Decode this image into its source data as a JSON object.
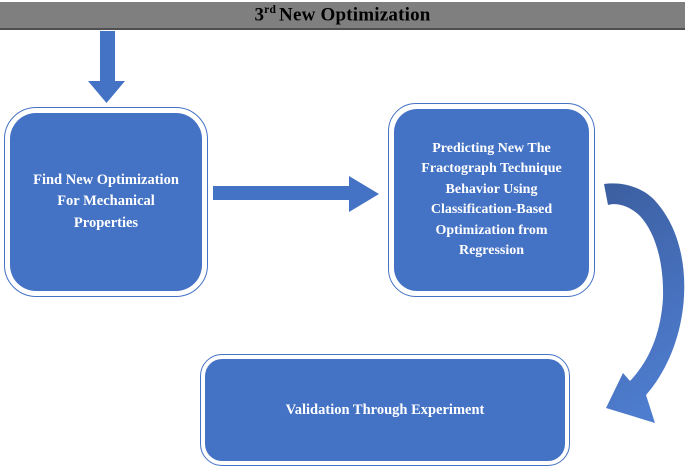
{
  "title": {
    "number": "3",
    "ordinal": "rd",
    "text": "New Optimization"
  },
  "flow": {
    "box1": {
      "lines": [
        "Find New Optimization",
        "For Mechanical",
        "Properties"
      ]
    },
    "box2": {
      "lines": [
        "Predicting New The",
        "Fractograph Technique",
        "Behavior Using",
        "Classification-Based",
        "Optimization from",
        "Regression"
      ]
    },
    "box3": {
      "lines": [
        "Validation Through Experiment"
      ]
    }
  },
  "icons": {
    "down_arrow": "down-arrow",
    "right_arrow": "right-arrow",
    "curved_down_arrow": "curved-down-arrow"
  },
  "colors": {
    "box_fill": "#4472c4",
    "box_border": "#4472c4",
    "box_text": "#ffffff",
    "arrow": "#4472c4",
    "curved_arrow_dark": "#3b5e9f",
    "curved_arrow_light": "#4e7cce",
    "header_bg": "#7f7f7f",
    "header_border": "#4f4f4f",
    "title_text": "#000000"
  }
}
